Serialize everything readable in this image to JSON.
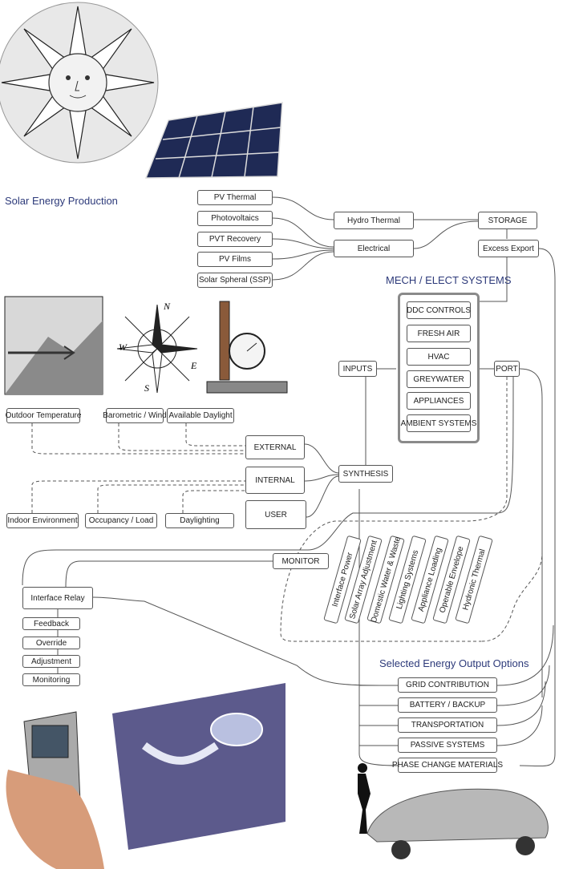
{
  "headings": {
    "solar": "Solar Energy Production",
    "mech": "MECH / ELECT SYSTEMS",
    "output": "Selected Energy Output Options"
  },
  "solar_sources": [
    "PV Thermal",
    "Photovoltaics",
    "PVT Recovery",
    "PV Films",
    "Solar Spheral (SSP)"
  ],
  "conversion": {
    "hydro": "Hydro Thermal",
    "electrical": "Electrical"
  },
  "storage": {
    "storage": "STORAGE",
    "export": "Excess Export"
  },
  "mech_systems": [
    "DDC CONTROLS",
    "FRESH AIR",
    "HVAC",
    "GREYWATER",
    "APPLIANCES",
    "AMBIENT SYSTEMS"
  ],
  "inputs": "INPUTS",
  "port": "PORT",
  "sensors_top": [
    "Outdoor Temperature",
    "Barometric / Wind",
    "Available Daylight"
  ],
  "sensors_bottom": [
    "Indoor Environment",
    "Occupancy / Load",
    "Daylighting"
  ],
  "domains": {
    "external": "EXTERNAL",
    "internal": "INTERNAL",
    "user": "USER"
  },
  "synthesis": "SYNTHESIS",
  "monitor": "MONITOR",
  "interface": {
    "relay": "Interface Relay",
    "options": [
      "Feedback",
      "Override",
      "Adjustment",
      "Monitoring"
    ]
  },
  "loads": [
    "Interface Power",
    "Solar Array Adjustment",
    "Domestic Water & Waste",
    "Lighting Systems",
    "Appliance Loading",
    "Operable Envelope",
    "Hydronic Thermal"
  ],
  "outputs": [
    "GRID CONTRIBUTION",
    "BATTERY / BACKUP",
    "TRANSPORTATION",
    "PASSIVE SYSTEMS",
    "PHASE CHANGE MATERIALS"
  ],
  "compass_letters": {
    "n": "N",
    "s": "S",
    "e": "E",
    "w": "W"
  },
  "colors": {
    "heading": "#2d3a7a",
    "line": "#555555",
    "frame": "#8a8a8a"
  }
}
